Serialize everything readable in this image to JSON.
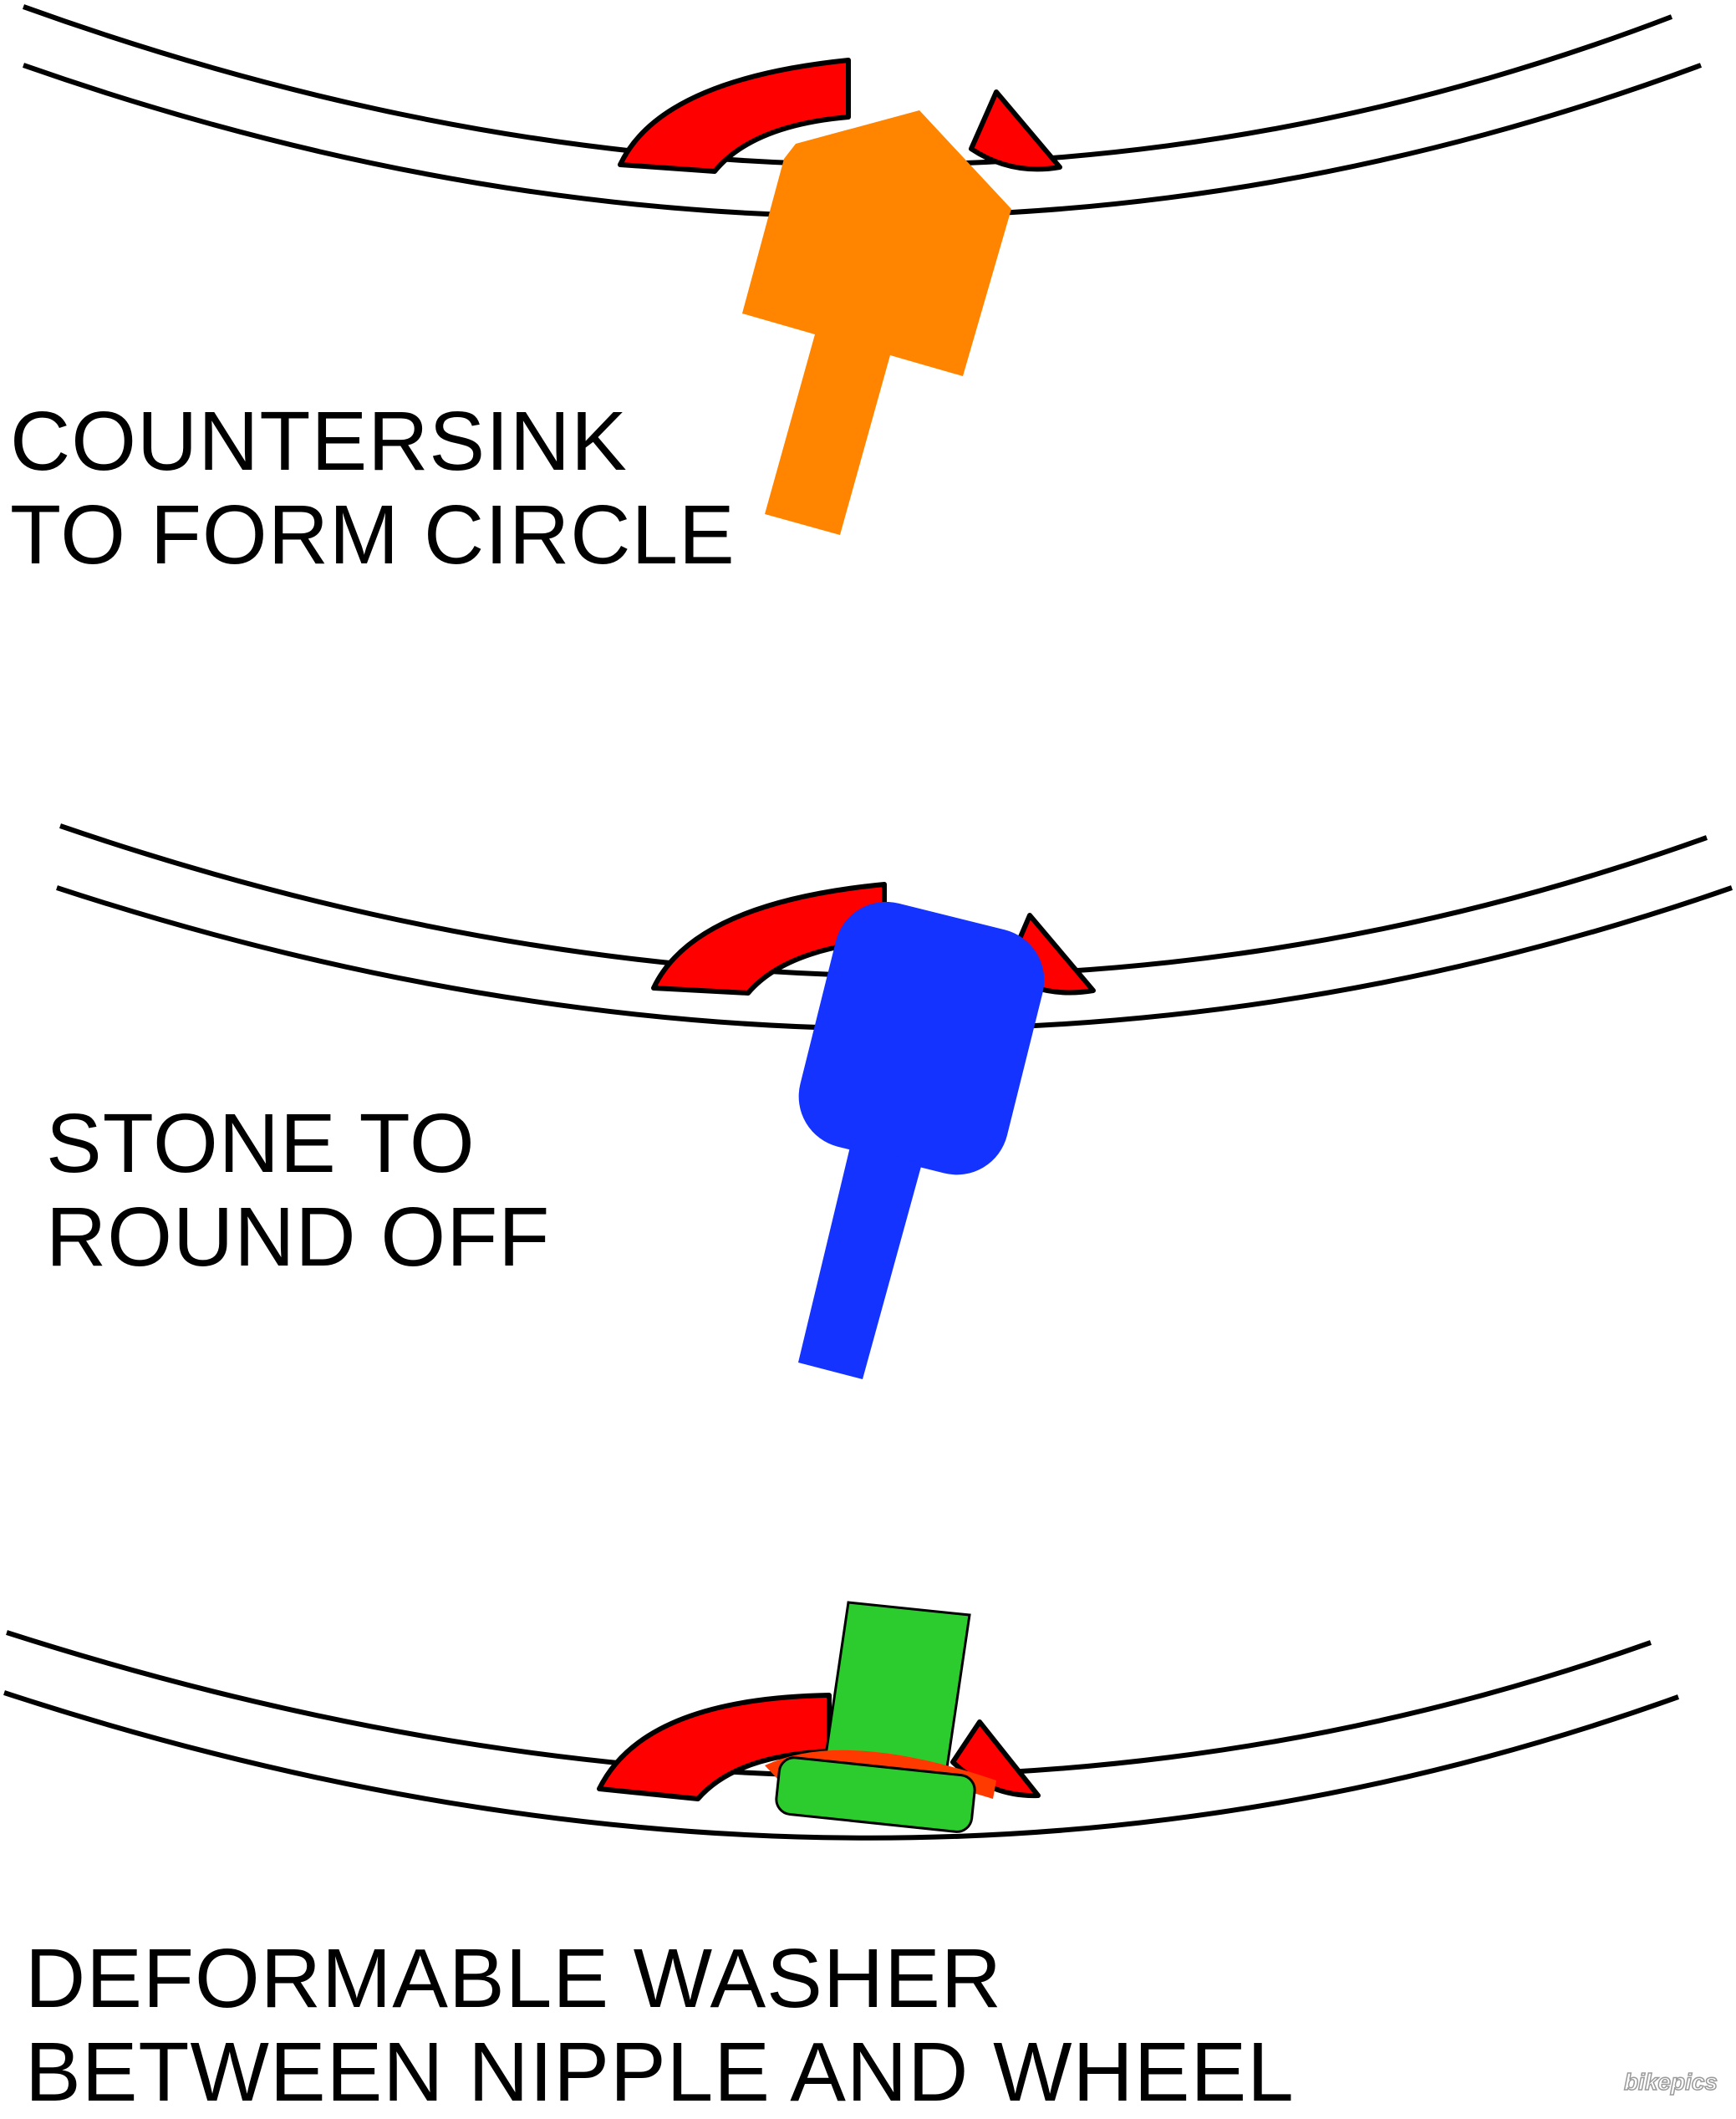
{
  "panels": [
    {
      "label_lines": [
        "COUNTERSINK",
        "TO FORM CIRCLE"
      ],
      "tool_color": "#ff8400",
      "tool": "countersink"
    },
    {
      "label_lines": [
        "STONE TO",
        "ROUND OFF"
      ],
      "tool_color": "#1433ff",
      "tool": "stone"
    },
    {
      "label_lines": [
        "DEFORMABLE WASHER",
        "BETWEEN NIPPLE AND WHEEL"
      ],
      "tool_color": "#2ccc2e",
      "tool": "nipple-with-washer"
    }
  ],
  "colors": {
    "rim_line": "#000000",
    "rim_section": "#ff0000",
    "washer": "#ff3a00",
    "nipple": "#2ccc2e"
  },
  "watermark": {
    "text": "bikepics"
  }
}
